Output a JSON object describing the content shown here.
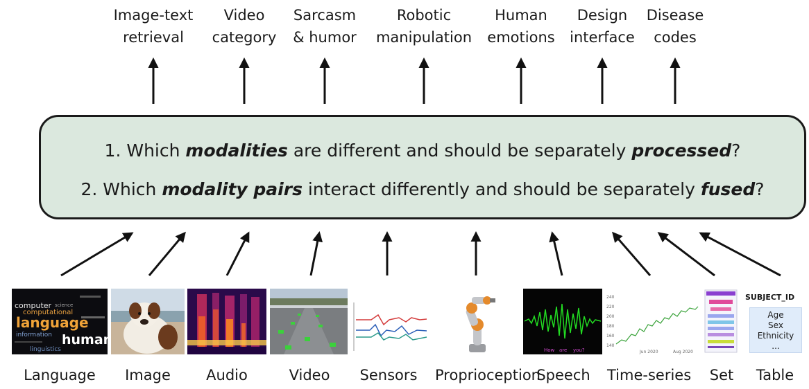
{
  "tasks": [
    {
      "line1": "Image-text",
      "line2": "retrieval"
    },
    {
      "line1": "Video",
      "line2": "category"
    },
    {
      "line1": "Sarcasm",
      "line2": "& humor"
    },
    {
      "line1": "Robotic",
      "line2": "manipulation"
    },
    {
      "line1": "Human",
      "line2": "emotions"
    },
    {
      "line1": "Design",
      "line2": "interface"
    },
    {
      "line1": "Disease",
      "line2": "codes"
    }
  ],
  "question1": {
    "pre": "1. Which ",
    "em1": "modalities",
    "mid": " are different and should be separately ",
    "em2": "processed",
    "post": "?"
  },
  "question2": {
    "pre": "2. Which ",
    "em1": "modality pairs",
    "mid": " interact differently and should be separately ",
    "em2": "fused",
    "post": "?"
  },
  "modalities": [
    "Language",
    "Image",
    "Audio",
    "Video",
    "Sensors",
    "Proprioception",
    "Speech",
    "Time-series",
    "Set",
    "Table"
  ],
  "language_words": [
    "computer",
    "science",
    "computational",
    "language",
    "information",
    "human",
    "linguistics"
  ],
  "speech_words": [
    "How",
    "are",
    "you?"
  ],
  "timeseries": {
    "y_ticks": [
      "240",
      "220",
      "200",
      "180",
      "160",
      "140"
    ],
    "x_ticks": [
      "Jun 2020",
      "Aug 2020"
    ]
  },
  "table": {
    "header": "SUBJECT_ID",
    "rows": [
      "Age",
      "Sex",
      "Ethnicity",
      "..."
    ]
  },
  "colors": {
    "box_fill": "#dbe8de",
    "speech_wave": "#22dd22",
    "timeseries_line": "#3aa33a"
  }
}
